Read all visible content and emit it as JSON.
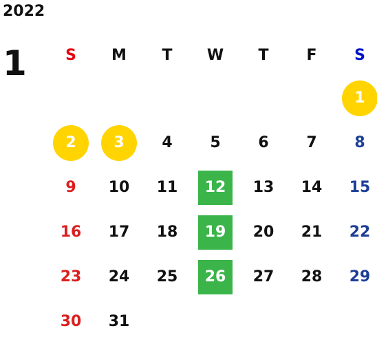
{
  "calendar": {
    "year": "2022",
    "month": "1",
    "colors": {
      "holiday": "#ffd400",
      "highlight": "#3bb54a",
      "sunday": "#d9201f",
      "saturday": "#1c3f95"
    },
    "weekdays": [
      "S",
      "M",
      "T",
      "W",
      "T",
      "F",
      "S"
    ],
    "weeks": [
      [
        {
          "day": ""
        },
        {
          "day": ""
        },
        {
          "day": ""
        },
        {
          "day": ""
        },
        {
          "day": ""
        },
        {
          "day": ""
        },
        {
          "day": "1",
          "mark": "holiday"
        }
      ],
      [
        {
          "day": "2",
          "mark": "holiday"
        },
        {
          "day": "3",
          "mark": "holiday"
        },
        {
          "day": "4"
        },
        {
          "day": "5"
        },
        {
          "day": "6"
        },
        {
          "day": "7"
        },
        {
          "day": "8"
        }
      ],
      [
        {
          "day": "9"
        },
        {
          "day": "10"
        },
        {
          "day": "11"
        },
        {
          "day": "12",
          "mark": "highlight"
        },
        {
          "day": "13"
        },
        {
          "day": "14"
        },
        {
          "day": "15"
        }
      ],
      [
        {
          "day": "16"
        },
        {
          "day": "17"
        },
        {
          "day": "18"
        },
        {
          "day": "19",
          "mark": "highlight"
        },
        {
          "day": "20"
        },
        {
          "day": "21"
        },
        {
          "day": "22"
        }
      ],
      [
        {
          "day": "23"
        },
        {
          "day": "24"
        },
        {
          "day": "25"
        },
        {
          "day": "26",
          "mark": "highlight"
        },
        {
          "day": "27"
        },
        {
          "day": "28"
        },
        {
          "day": "29"
        }
      ],
      [
        {
          "day": "30"
        },
        {
          "day": "31"
        },
        {
          "day": ""
        },
        {
          "day": ""
        },
        {
          "day": ""
        },
        {
          "day": ""
        },
        {
          "day": ""
        }
      ]
    ]
  }
}
